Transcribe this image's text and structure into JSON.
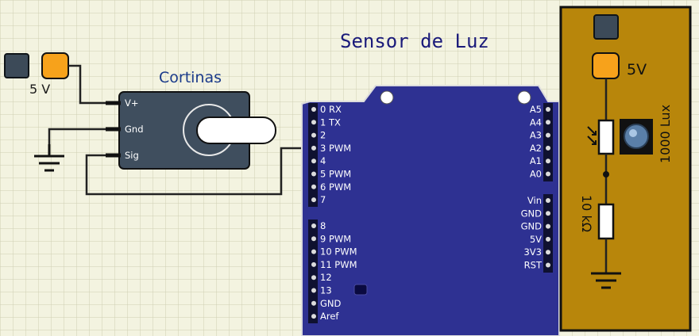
{
  "title": "Sensor de Luz",
  "power_source": {
    "label": "5 V"
  },
  "servo": {
    "name": "Cortinas",
    "pins": [
      "V+",
      "Gnd",
      "Sig"
    ]
  },
  "arduino": {
    "left_pins": [
      "0  RX",
      "1  TX",
      "2",
      "3  PWM",
      "4",
      "5  PWM",
      "6  PWM",
      "7",
      "8",
      "9  PWM",
      "10 PWM",
      "11 PWM",
      "12",
      "13",
      "GND",
      "Aref"
    ],
    "right_pins_top": [
      "A5",
      "A4",
      "A3",
      "A2",
      "A1",
      "A0"
    ],
    "right_pins_bottom": [
      "Vin",
      "GND",
      "GND",
      "5V",
      "3V3",
      "RST"
    ]
  },
  "sensor_panel": {
    "supply_label": "5V",
    "ldr_reading": "1000 Lux",
    "resistor_value": "10 kΩ"
  },
  "colors": {
    "background": "#f3f3e0",
    "grid": "#cfcfb2",
    "board": "#2e3192",
    "panel": "#b8860b",
    "button_orange": "#f7a21b",
    "button_grey": "#3c4a58",
    "servo_body": "#3f4e5e"
  }
}
